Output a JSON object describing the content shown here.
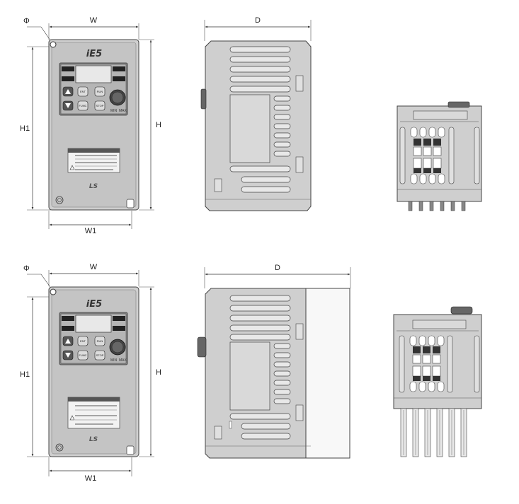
{
  "figure": {
    "top_set": {
      "phi": "Φ",
      "width": "W",
      "depth": "D",
      "height_inner": "H1",
      "height": "H",
      "width_inner": "W1"
    },
    "bottom_set": {
      "phi": "Φ",
      "width": "W",
      "depth": "D",
      "height_inner": "H1",
      "height": "H",
      "width_inner": "W1"
    },
    "device": {
      "model": "iE5",
      "brand": "LS",
      "keys": [
        "ENT",
        "RUN",
        "FUNC",
        "STOP"
      ],
      "dial_min": "MIN",
      "dial_max": "MAX"
    }
  }
}
